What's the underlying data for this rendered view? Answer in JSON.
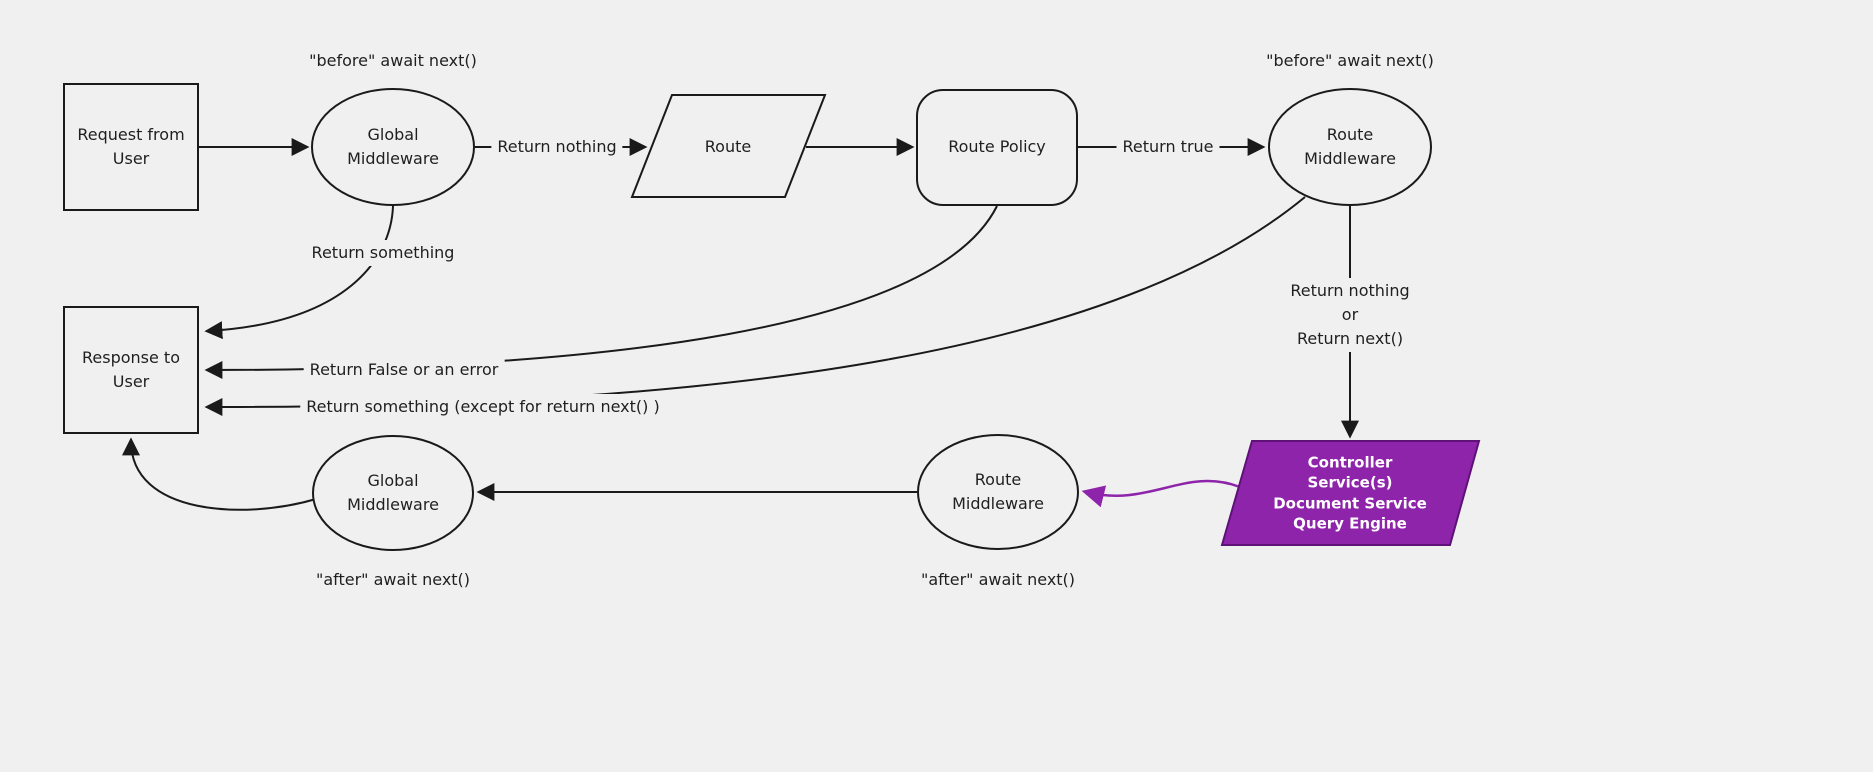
{
  "diagram": {
    "background_color": "#f0f0f0",
    "line_color": "#1a1a1a",
    "accent_purple": "#8e24aa",
    "accent_purple_dark": "#5e1278",
    "nodes": {
      "request": {
        "label": "Request from\nUser",
        "shape": "rectangle"
      },
      "global_middleware_top": {
        "label": "Global\nMiddleware",
        "shape": "ellipse",
        "annotation": "\"before\" await next()"
      },
      "route": {
        "label": "Route",
        "shape": "parallelogram"
      },
      "route_policy": {
        "label": "Route Policy",
        "shape": "rounded-rectangle"
      },
      "route_middleware_top": {
        "label": "Route\nMiddleware",
        "shape": "ellipse",
        "annotation": "\"before\" await next()"
      },
      "response": {
        "label": "Response to\nUser",
        "shape": "rectangle"
      },
      "controller": {
        "label": "Controller\nService(s)\nDocument Service\nQuery Engine",
        "shape": "parallelogram"
      },
      "route_middleware_bottom": {
        "label": "Route\nMiddleware",
        "shape": "ellipse",
        "annotation": "\"after\" await next()"
      },
      "global_middleware_bottom": {
        "label": "Global\nMiddleware",
        "shape": "ellipse",
        "annotation": "\"after\" await next()"
      }
    },
    "edges": {
      "return_nothing": "Return nothing",
      "return_true": "Return true",
      "return_something": "Return something",
      "return_false_or_error": "Return False or an error",
      "return_something_except": "Return something (except for return next() )",
      "return_nothing_or_next": "Return nothing\nor\nReturn next()"
    }
  }
}
